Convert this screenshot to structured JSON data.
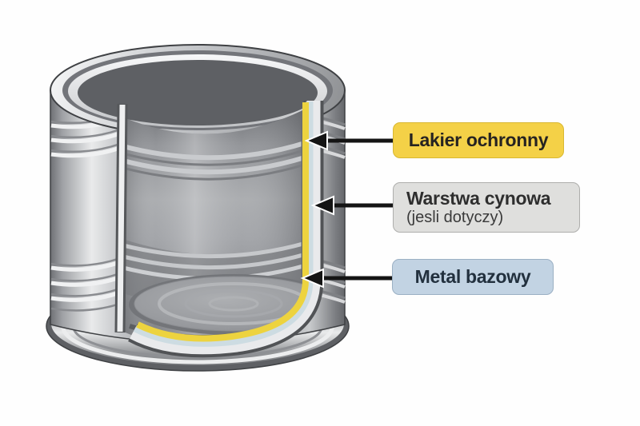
{
  "background_color": "#FEFEFE",
  "illustration": {
    "name": "can-cutaway",
    "description": "Cutaway illustration of a metal food can showing its inner wall layers",
    "layers": [
      {
        "name": "lacquer-layer",
        "color": "#EDD33F"
      },
      {
        "name": "tin-layer",
        "color": "#CDDCE2"
      },
      {
        "name": "base-metal-layer",
        "color": "#A9ABAE"
      }
    ]
  },
  "callouts": [
    {
      "id": "lacquer",
      "title": "Lakier ochronny",
      "subtitle": "",
      "bg": "#F4D147",
      "border": "#D9B832",
      "text_color": "#262321"
    },
    {
      "id": "tin",
      "title": "Warstwa cynowa",
      "subtitle": "(jesli dotyczy)",
      "bg": "#DFDFDD",
      "border": "#AEAEAC",
      "text_color": "#2E2E2E"
    },
    {
      "id": "base-metal",
      "title": "Metal bazowy",
      "subtitle": "",
      "bg": "#C2D3E3",
      "border": "#9BB0C4",
      "text_color": "#22303E"
    }
  ],
  "arrow_color": "#141414"
}
